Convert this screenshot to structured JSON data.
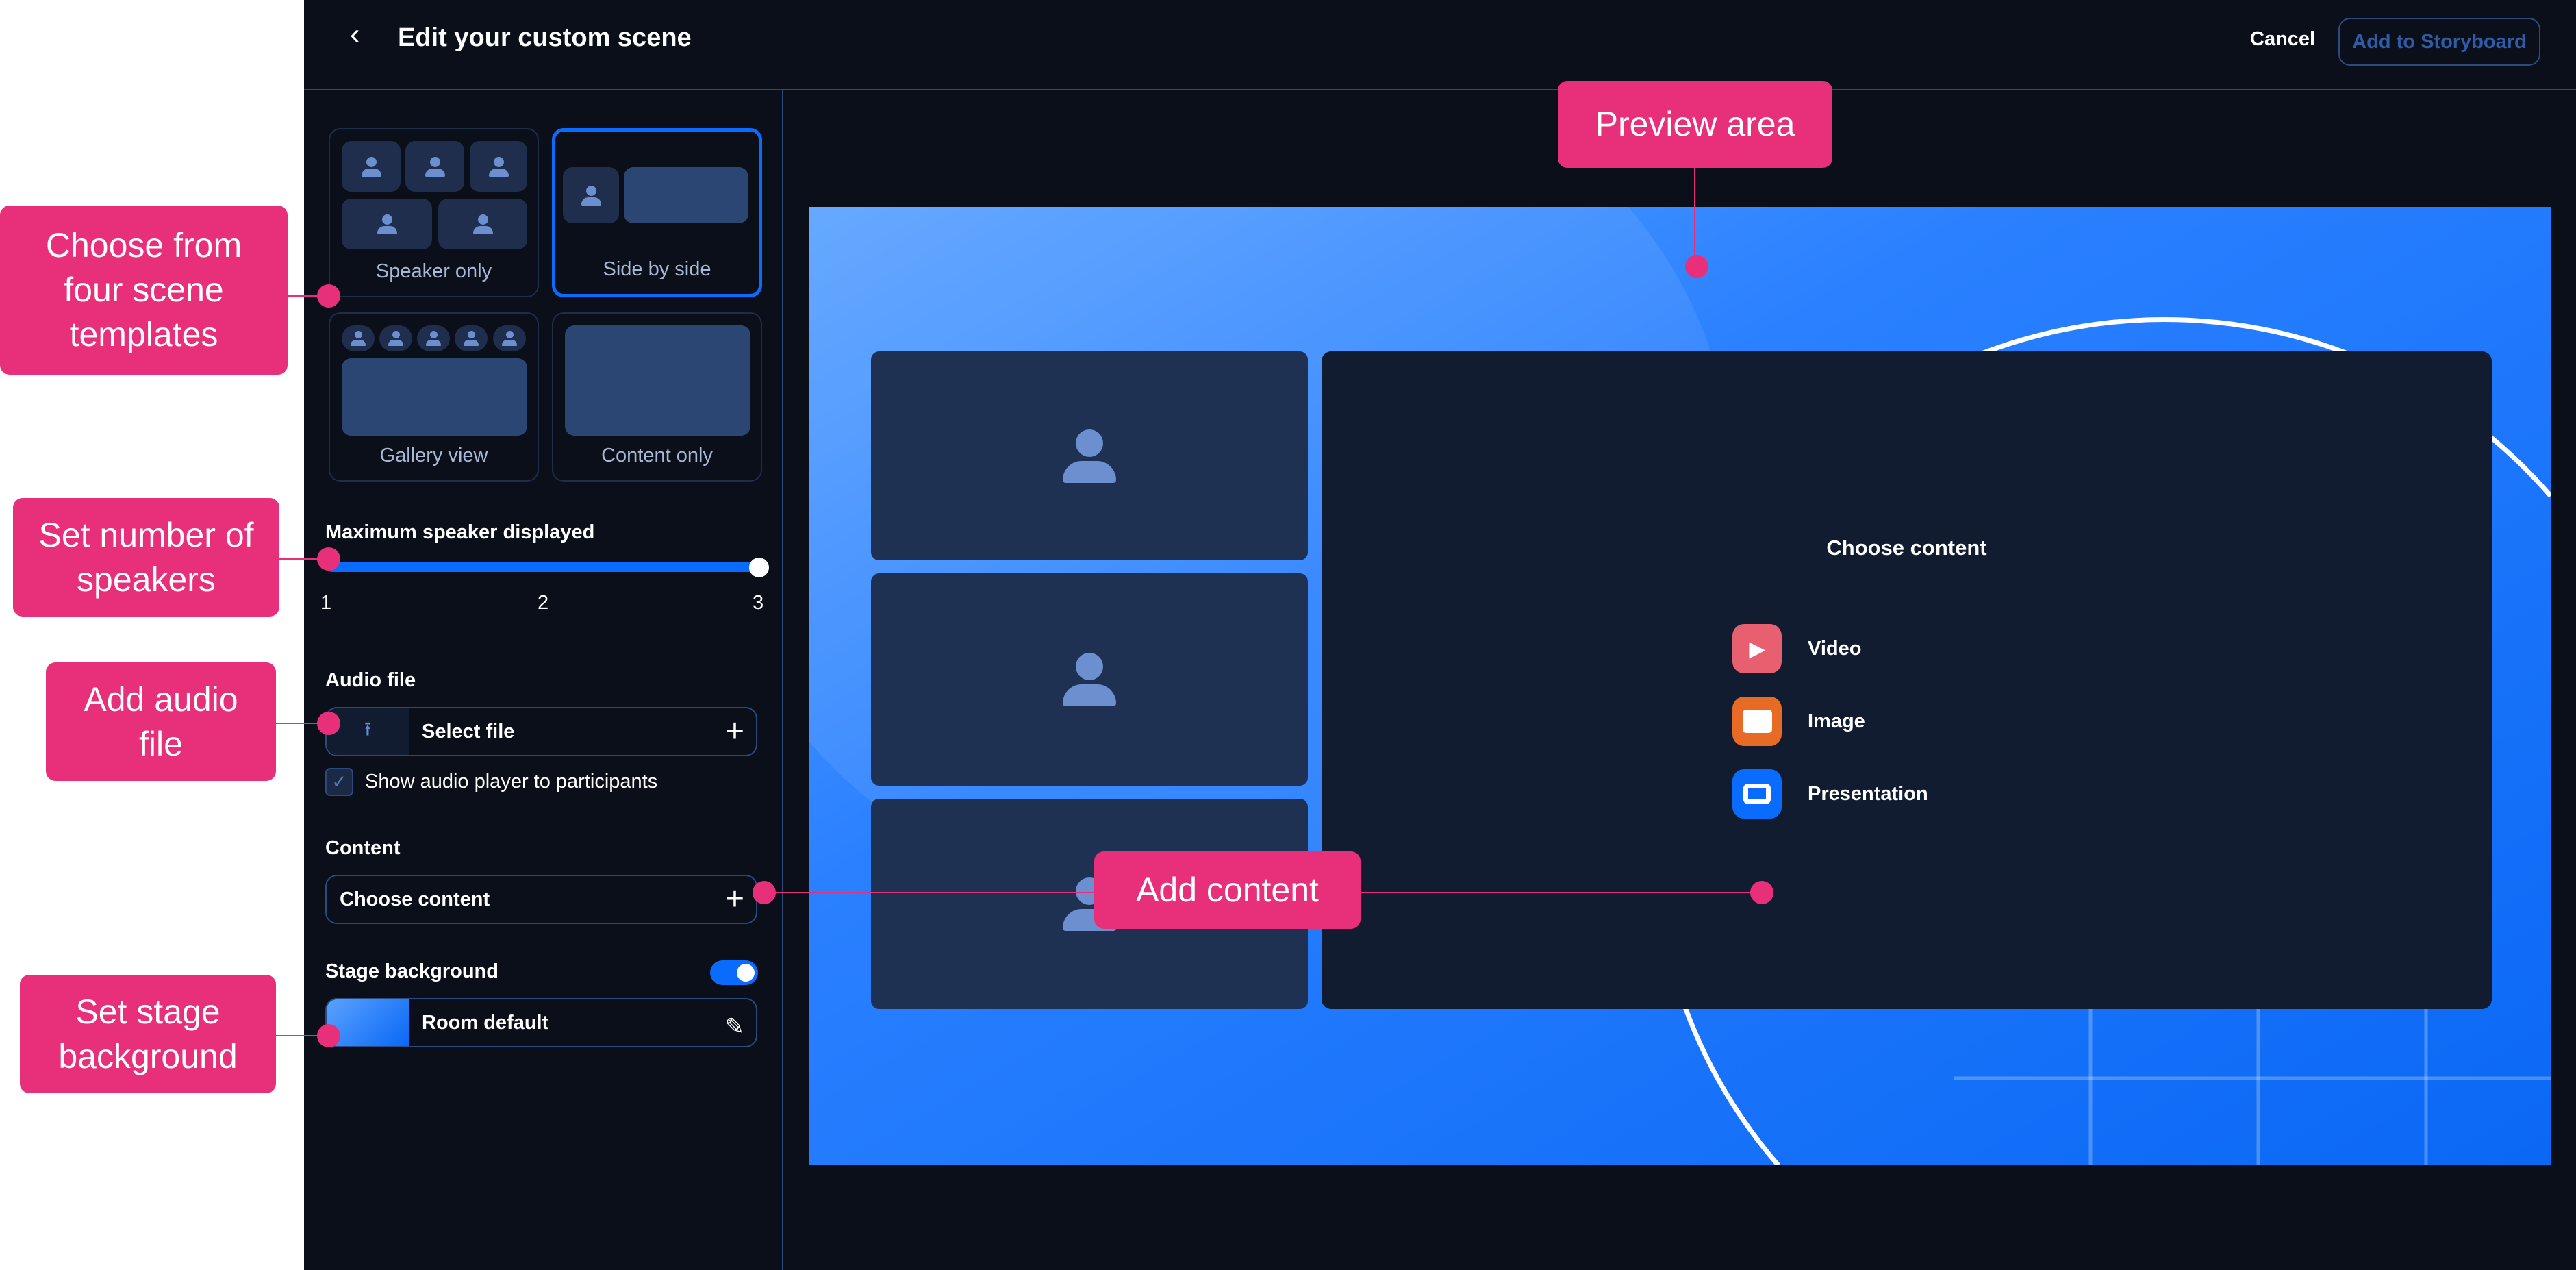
{
  "header": {
    "title": "Edit your custom scene",
    "cancel_label": "Cancel",
    "add_label": "Add to Storyboard"
  },
  "templates": [
    {
      "label": "Speaker only"
    },
    {
      "label": "Side by side",
      "selected": true
    },
    {
      "label": "Gallery view"
    },
    {
      "label": "Content only"
    }
  ],
  "speakers": {
    "label": "Maximum speaker displayed",
    "ticks": [
      "1",
      "2",
      "3"
    ],
    "value": 3,
    "min": 1,
    "max": 3
  },
  "audio": {
    "label": "Audio file",
    "select_label": "Select file",
    "checkbox_label": "Show audio player to participants",
    "checked": true
  },
  "content": {
    "label": "Content",
    "choose_label": "Choose content"
  },
  "background": {
    "label": "Stage background",
    "enabled": true,
    "value": "Room default"
  },
  "preview": {
    "panel_title": "Choose content",
    "items": [
      {
        "label": "Video",
        "icon": "play-icon",
        "color": "#e8606f"
      },
      {
        "label": "Image",
        "icon": "image-icon",
        "color": "#e86a24"
      },
      {
        "label": "Presentation",
        "icon": "presentation-icon",
        "color": "#0a6cff"
      }
    ]
  },
  "callouts": {
    "templates": "Choose from four scene templates",
    "speakers": "Set number of speakers",
    "audio": "Add audio file",
    "background": "Set stage background",
    "preview": "Preview area",
    "content": "Add content"
  },
  "colors": {
    "accent": "#0a6cff",
    "callout": "#e8307a",
    "bg": "#0a0f1a"
  }
}
